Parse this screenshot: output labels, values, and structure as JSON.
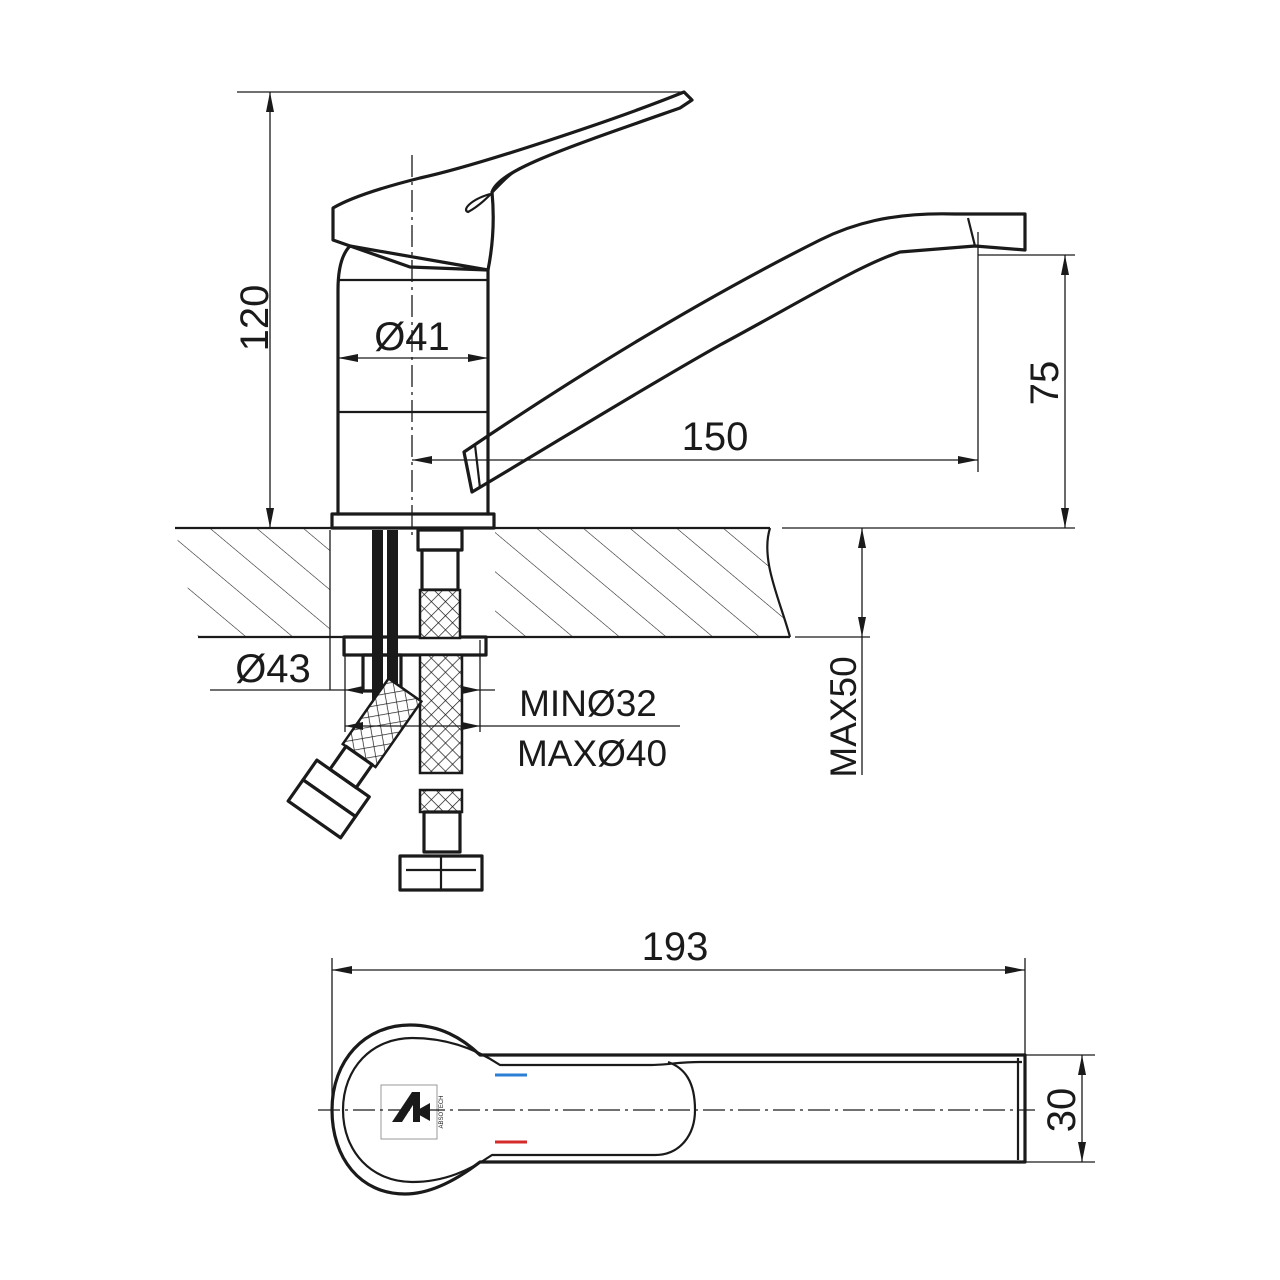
{
  "dimensions": {
    "height_total": "120",
    "body_diameter": "Ø41",
    "spout_reach": "150",
    "spout_height": "75",
    "mount_diameter": "Ø43",
    "hole_min": "MINØ32",
    "hole_max": "MAXØ40",
    "counter_thickness": "MAX50",
    "overall_length": "193",
    "spout_width": "30"
  },
  "logo_text": "ABSOTECH",
  "colors": {
    "line": "#1a1a1a",
    "cold_mark": "#2a7fd4",
    "hot_mark": "#d42a2a"
  }
}
